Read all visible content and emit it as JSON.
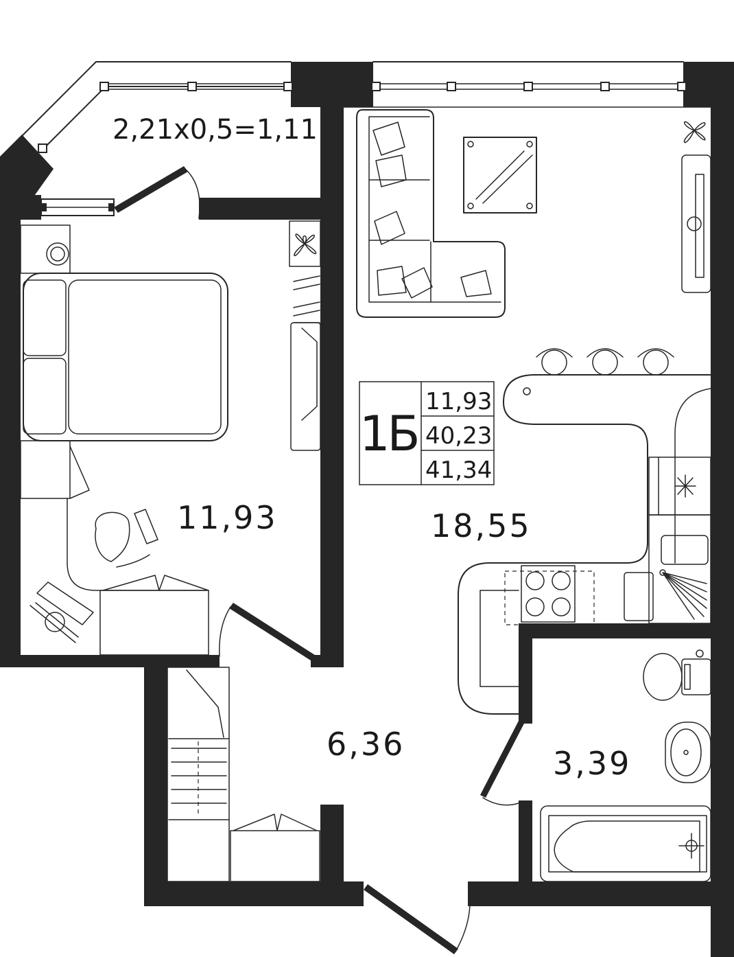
{
  "plan": {
    "apartment_code": "1Б",
    "summary": {
      "living_area": "11,93",
      "total_area": "40,23",
      "total_with_balcony": "41,34"
    },
    "rooms": {
      "bedroom": "11,93",
      "living_kitchen": "18,55",
      "hallway": "6,36",
      "bathroom": "3,39"
    },
    "balcony": "2,21х0,5=1,11"
  }
}
